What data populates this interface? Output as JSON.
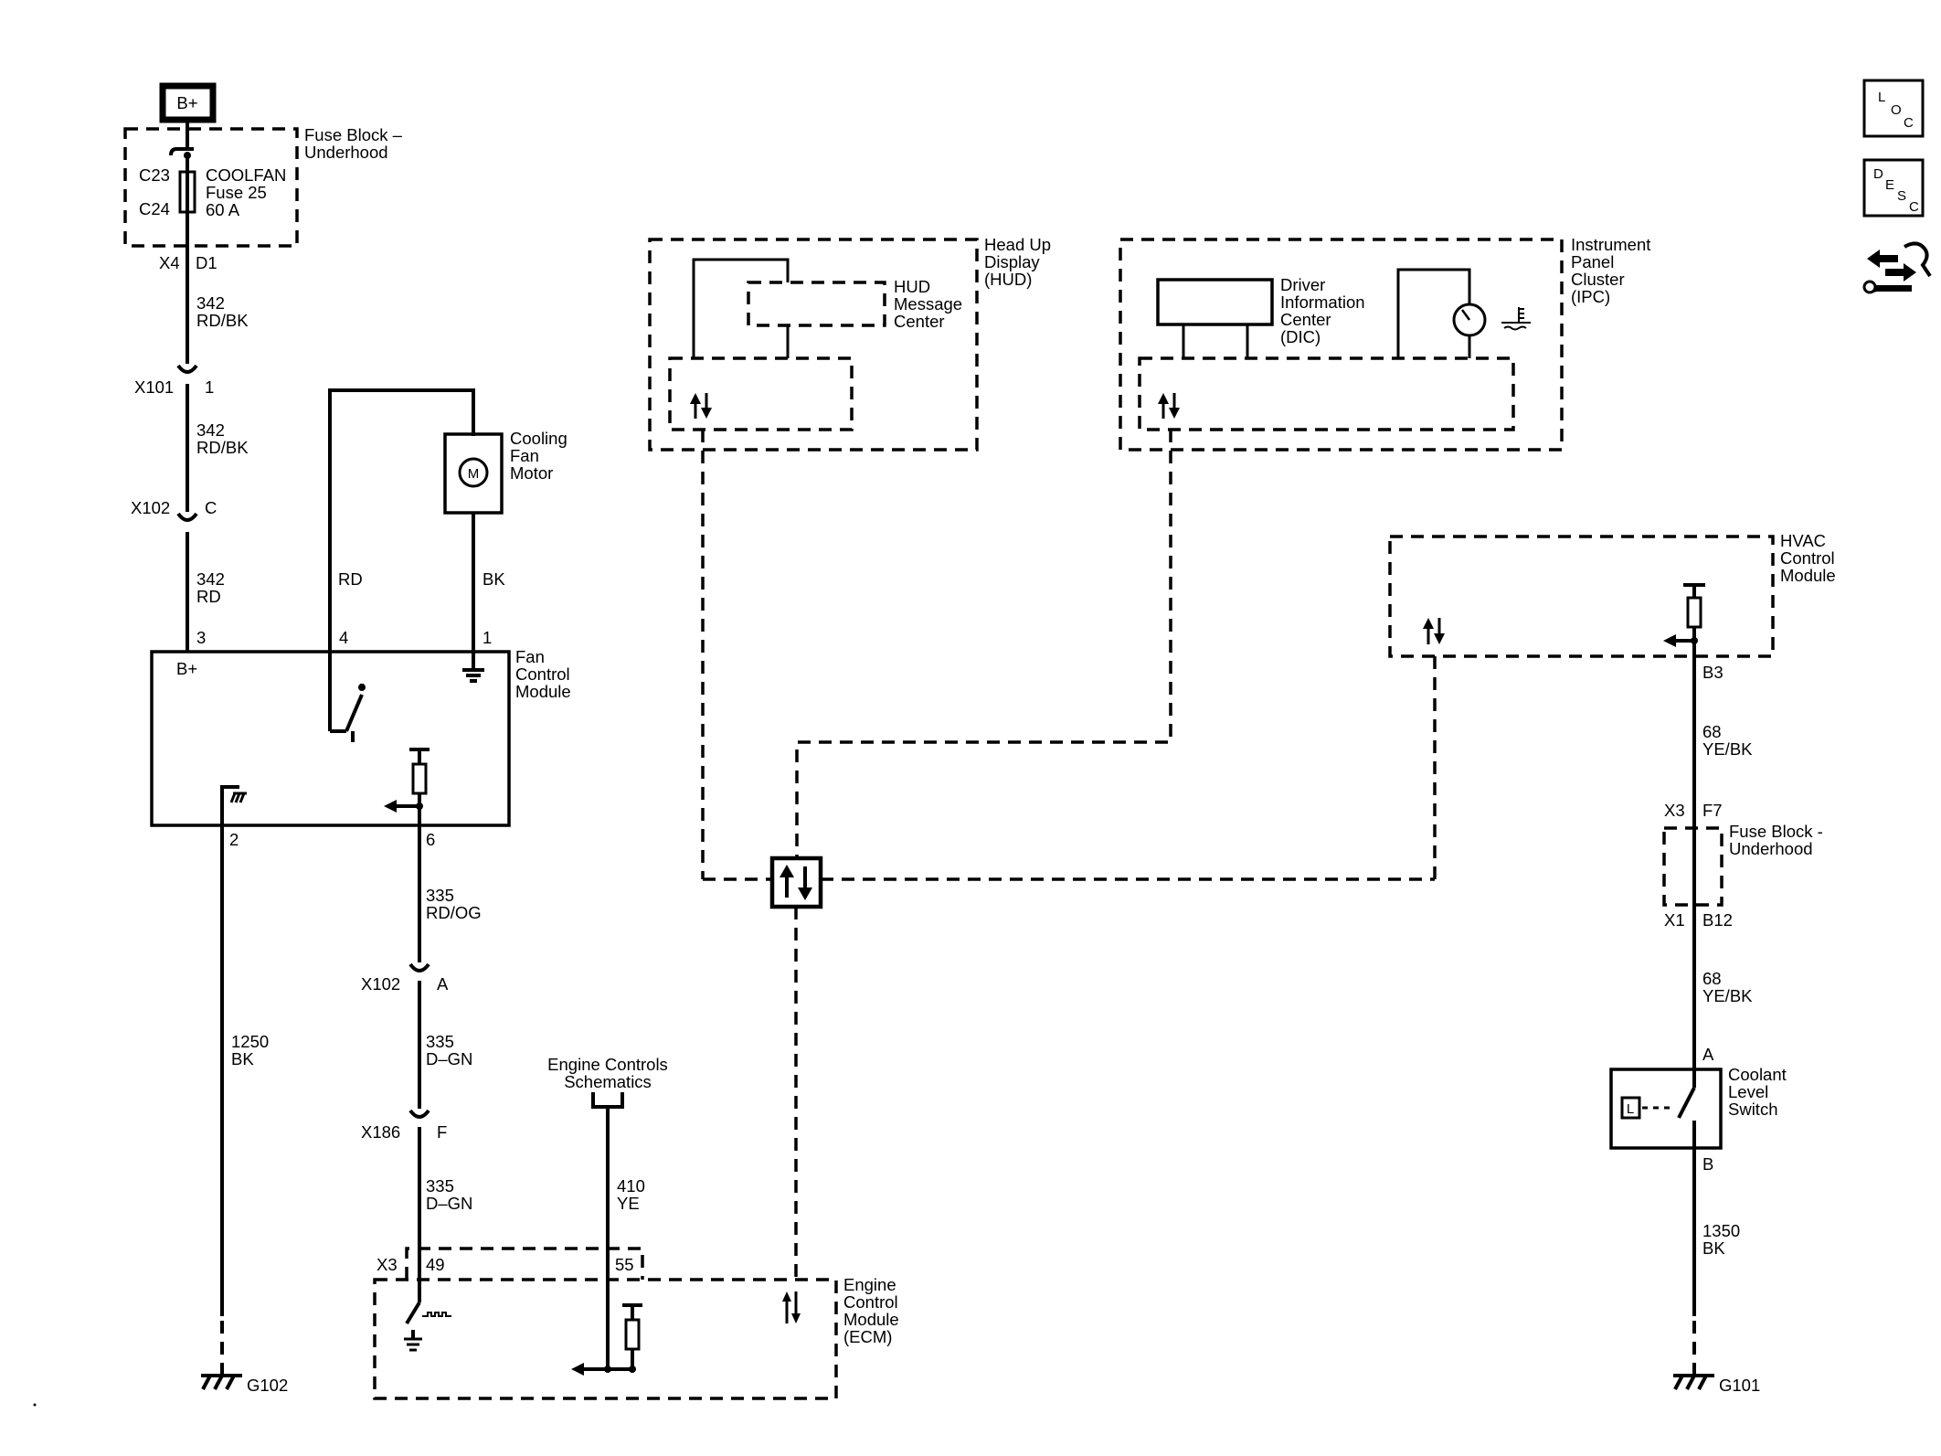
{
  "power": {
    "label": "B+"
  },
  "fuse_block_top": {
    "title_line1": "Fuse Block –",
    "title_line2": "Underhood",
    "pin_c23": "C23",
    "pin_c24": "C24",
    "fuse_line1": "COOLFAN",
    "fuse_line2": "Fuse 25",
    "fuse_line3": "60 A",
    "conn_x4": "X4",
    "pin_d1": "D1"
  },
  "left_wires": {
    "w1_num": "342",
    "w1_color": "RD/BK",
    "x101": "X101",
    "x101_pin": "1",
    "w2_num": "342",
    "w2_color": "RD/BK",
    "x102": "X102",
    "x102_pin": "C",
    "w3_num": "342",
    "w3_color": "RD",
    "rd": "RD",
    "bk": "BK"
  },
  "cooling_fan_motor": {
    "line1": "Cooling",
    "line2": "Fan",
    "line3": "Motor",
    "symbol": "M"
  },
  "fan_control_module": {
    "line1": "Fan",
    "line2": "Control",
    "line3": "Module",
    "bplus": "B+",
    "pin3": "3",
    "pin4": "4",
    "pin1": "1",
    "pin2": "2",
    "pin6": "6"
  },
  "lower_left": {
    "w_335_a": "335",
    "w_335_a_color": "RD/OG",
    "x102b": "X102",
    "x102b_pin": "A",
    "w_335_b": "335",
    "w_335_b_color": "D–GN",
    "x186": "X186",
    "x186_pin": "F",
    "w_335_c": "335",
    "w_335_c_color": "D–GN",
    "w_1250": "1250",
    "w_1250_color": "BK",
    "ground_left": "G102"
  },
  "engine_controls": {
    "line1": "Engine Controls",
    "line2": "Schematics",
    "w_410": "410",
    "w_410_color": "YE"
  },
  "ecm": {
    "line1": "Engine",
    "line2": "Control",
    "line3": "Module",
    "line4": "(ECM)",
    "conn_x3": "X3",
    "pin49": "49",
    "pin55": "55"
  },
  "hud": {
    "title1": "Head Up",
    "title2": "Display",
    "title3": "(HUD)",
    "msg1": "HUD",
    "msg2": "Message",
    "msg3": "Center"
  },
  "ipc": {
    "title1": "Instrument",
    "title2": "Panel",
    "title3": "Cluster",
    "title4": "(IPC)",
    "dic1": "Driver",
    "dic2": "Information",
    "dic3": "Center",
    "dic4": "(DIC)"
  },
  "hvac": {
    "line1": "HVAC",
    "line2": "Control",
    "line3": "Module"
  },
  "right_side": {
    "pin_b3": "B3",
    "w68a": "68",
    "w68a_color": "YE/BK",
    "conn_x3": "X3",
    "pin_f7": "F7",
    "fb_line1": "Fuse Block -",
    "fb_line2": "Underhood",
    "conn_x1": "X1",
    "pin_b12": "B12",
    "w68b": "68",
    "w68b_color": "YE/BK",
    "pin_a": "A",
    "cls1": "Coolant",
    "cls2": "Level",
    "cls3": "Switch",
    "l_symbol": "L",
    "pin_b": "B",
    "w1350": "1350",
    "w1350_color": "BK",
    "ground_right": "G101"
  },
  "corner_icons": {
    "loc": [
      "L",
      "O",
      "C"
    ],
    "desc": [
      "D",
      "E",
      "S",
      "C"
    ]
  }
}
